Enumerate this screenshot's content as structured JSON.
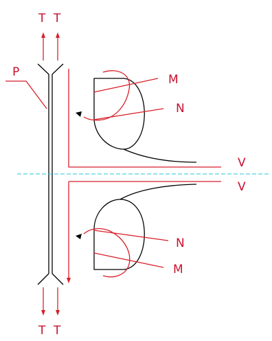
{
  "labels": {
    "t_top_left": "T",
    "t_top_right": "T",
    "t_bottom_left": "T",
    "t_bottom_right": "T",
    "p": "P",
    "m_top": "M",
    "n_top": "N",
    "v_top": "V",
    "v_bottom": "V",
    "n_bottom": "N",
    "m_bottom": "M"
  },
  "colors": {
    "red": "#d81f2a",
    "black": "#000000",
    "cyan": "#22c7d6"
  }
}
